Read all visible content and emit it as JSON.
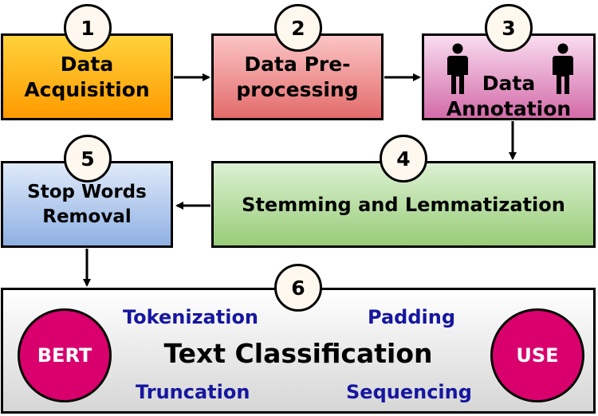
{
  "colors": {
    "acquisition": "#ffb51a",
    "preprocessing": "#ed8d8d",
    "annotation": "#e49bc8",
    "stemming": "#b9df9f",
    "stop_words": "#b4cbee",
    "classification": "#e8e8e8",
    "model_circle": "#d9006e",
    "keyword_text": "#1616a0"
  },
  "steps": [
    {
      "number": "1",
      "lines": [
        "Data",
        "Acquisition"
      ]
    },
    {
      "number": "2",
      "lines": [
        "Data Pre-",
        "processing"
      ]
    },
    {
      "number": "3",
      "lines": [
        "Data",
        "Annotation"
      ],
      "icon": "person-icon"
    },
    {
      "number": "4",
      "lines": [
        "Stemming and Lemmatization"
      ]
    },
    {
      "number": "5",
      "lines": [
        "Stop Words",
        "Removal"
      ]
    },
    {
      "number": "6",
      "title": "Text Classification",
      "models": [
        "BERT",
        "USE"
      ],
      "operations": [
        "Tokenization",
        "Padding",
        "Truncation",
        "Sequencing"
      ]
    }
  ]
}
